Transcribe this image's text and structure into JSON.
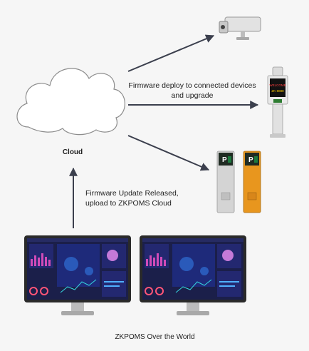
{
  "labels": {
    "cloud": "Cloud",
    "deploy_line1": "Firmware deploy to connected devices",
    "deploy_line2": "and upgrade",
    "update_line1": "Firmware Update Released,",
    "update_line2": "upload to ZKPOMS Cloud",
    "world": "ZKPOMS Over the World"
  },
  "devices": {
    "terminal_screen_line1": "WELCOME",
    "terminal_screen_line2": "ZK-8888"
  },
  "colors": {
    "arrow": "#3b3f4d",
    "cloud_fill": "#ffffff",
    "cloud_stroke": "#8c8c8c",
    "dashboard_bg": "#1b1f4a",
    "barrier_orange": "#e8961e",
    "barrier_green": "#1c7a3d"
  }
}
